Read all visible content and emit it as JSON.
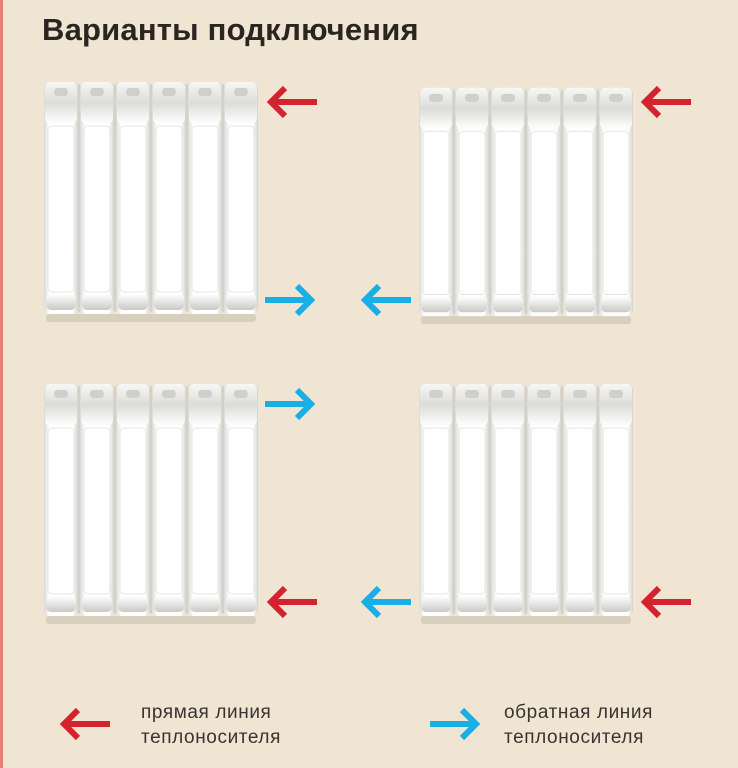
{
  "title": "Варианты подключения",
  "colors": {
    "background": "#efe5d2",
    "supply_arrow": "#d4232e",
    "return_arrow": "#18aee6",
    "radiator": "#ffffff",
    "edge_line": "#e8826f"
  },
  "diagrams": [
    {
      "name": "radiator-top-left",
      "sections": 6,
      "supply": "top-right, arrow pointing into radiator",
      "return": "bottom-right, arrow pointing out of radiator"
    },
    {
      "name": "radiator-top-right",
      "sections": 6,
      "supply": "top-right, arrow pointing into radiator",
      "return": "bottom-left, arrow pointing out of radiator"
    },
    {
      "name": "radiator-bottom-left",
      "sections": 6,
      "supply": "bottom-right, arrow pointing into radiator",
      "return": "top-right, arrow pointing out of radiator"
    },
    {
      "name": "radiator-bottom-right",
      "sections": 6,
      "supply": "bottom-right, arrow pointing into radiator",
      "return": "bottom-left, arrow pointing out of radiator"
    }
  ],
  "legend": {
    "supply": {
      "icon": "red-left-arrow-icon",
      "line1": "прямая линия",
      "line2": "теплоносителя"
    },
    "return": {
      "icon": "blue-right-arrow-icon",
      "line1": "обратная линия",
      "line2": "теплоносителя"
    }
  }
}
